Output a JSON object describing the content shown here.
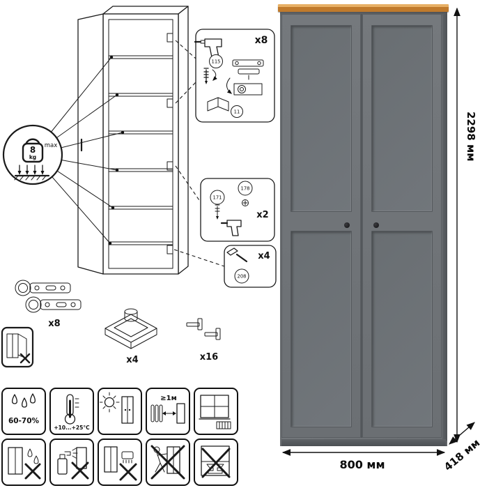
{
  "product": {
    "height_label": "2298 мм",
    "width_label": "800 мм",
    "depth_label": "418 мм",
    "body_color": "#6e7276",
    "trim_color": "#c1802f"
  },
  "load_limit": {
    "number": "8",
    "unit": "kg",
    "max_label": "max"
  },
  "callouts": {
    "hinge": {
      "qty": "x8",
      "screw_part": "115",
      "manual_part": "11"
    },
    "connector": {
      "qty": "x2",
      "part_a": "171",
      "part_b": "178"
    },
    "screws": {
      "qty": "x4",
      "part": "208"
    }
  },
  "hardware": {
    "hinges_qty": "x8",
    "feet_qty": "x4",
    "pins_qty": "x16"
  },
  "care": {
    "humidity": "60-70%",
    "temperature": "+10...+25°C",
    "distance": "≥1м"
  }
}
